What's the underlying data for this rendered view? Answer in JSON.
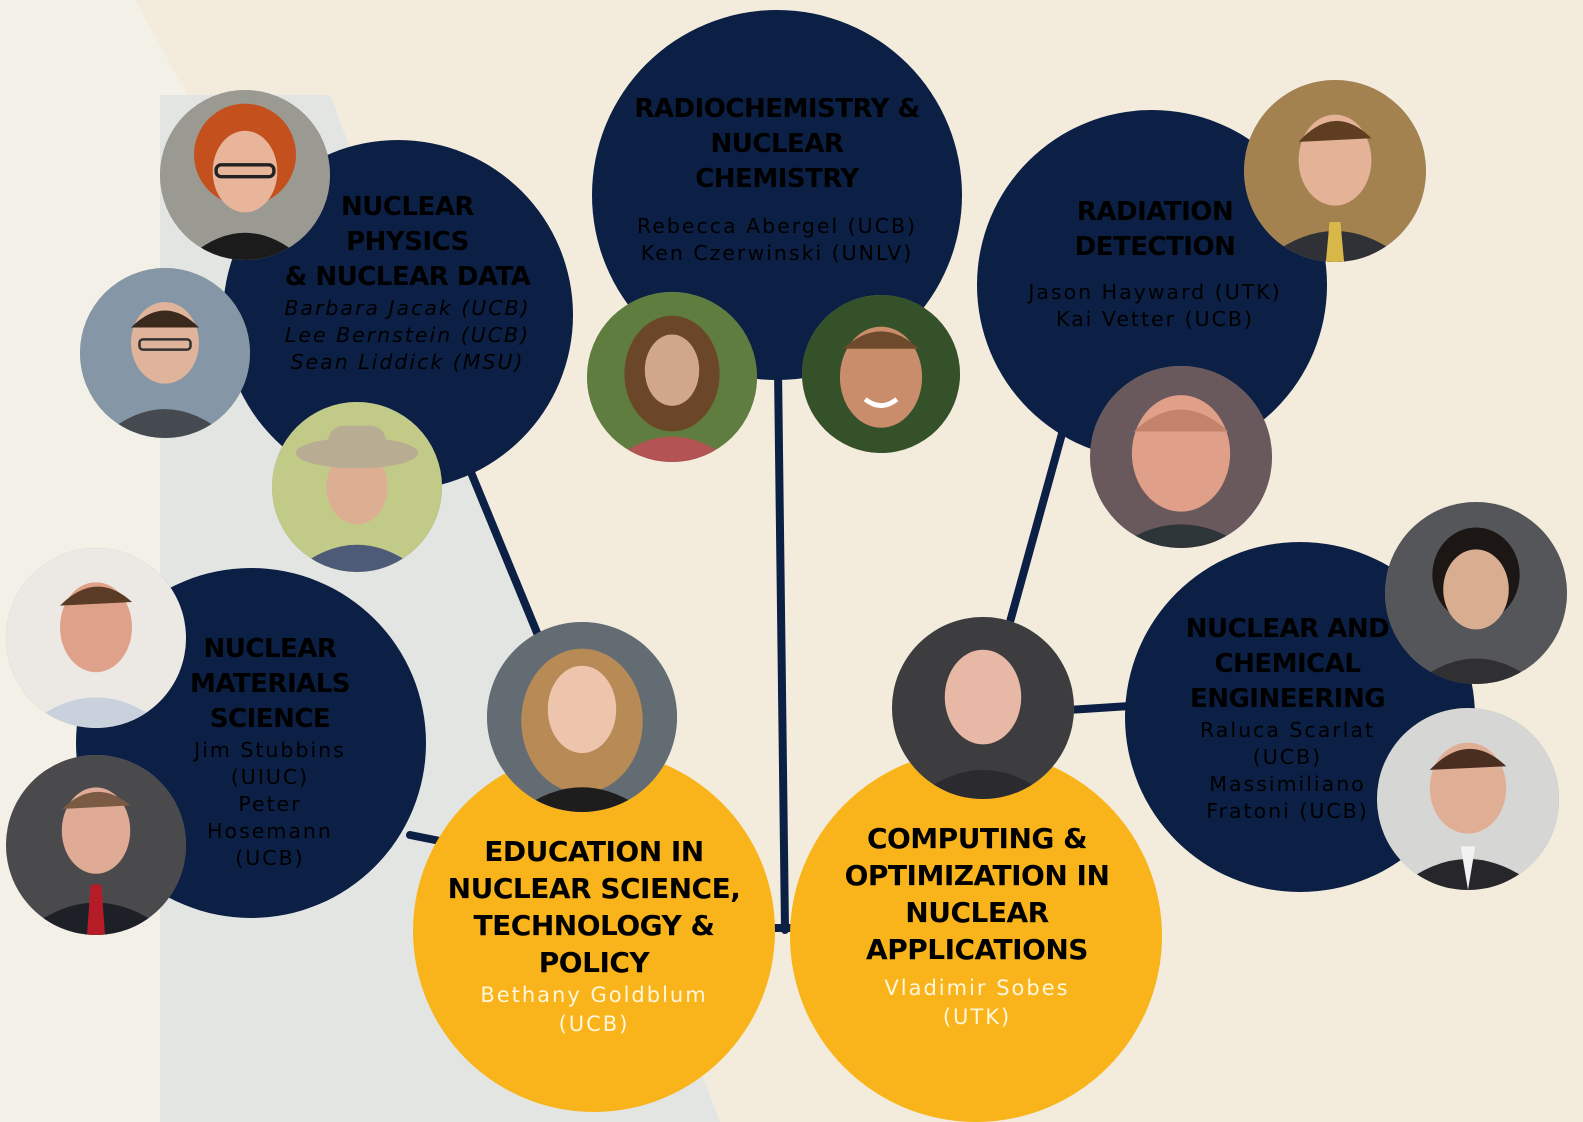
{
  "colors": {
    "navy": "#0c1f44",
    "gold": "#f8b41a",
    "background": "#f3ecdd"
  },
  "groups": {
    "nuclear_physics": {
      "title": [
        "NUCLEAR",
        "PHYSICS",
        "& NUCLEAR DATA"
      ],
      "leads": [
        "Barbara Jacak (UCB)",
        "Lee Bernstein (UCB)",
        "Sean Liddick (MSU)"
      ]
    },
    "radiochemistry": {
      "title": [
        "RADIOCHEMISTRY &",
        "NUCLEAR",
        "CHEMISTRY"
      ],
      "leads": [
        "Rebecca Abergel (UCB)",
        "Ken Czerwinski (UNLV)"
      ]
    },
    "radiation_detection": {
      "title": [
        "RADIATION",
        "DETECTION"
      ],
      "leads": [
        "Jason Hayward (UTK)",
        "Kai Vetter (UCB)"
      ]
    },
    "materials_science": {
      "title": [
        "NUCLEAR",
        "MATERIALS",
        "SCIENCE"
      ],
      "leads": [
        "Jim Stubbins",
        "(UIUC)",
        "Peter",
        "Hosemann",
        "(UCB)"
      ]
    },
    "education": {
      "title": [
        "EDUCATION IN",
        "NUCLEAR SCIENCE,",
        "TECHNOLOGY &",
        "POLICY"
      ],
      "leads": [
        "Bethany Goldblum",
        "(UCB)"
      ]
    },
    "computing": {
      "title": [
        "COMPUTING &",
        "OPTIMIZATION IN",
        "NUCLEAR",
        "APPLICATIONS"
      ],
      "leads": [
        "Vladimir Sobes",
        "(UTK)"
      ]
    },
    "chemical_engineering": {
      "title": [
        "NUCLEAR AND",
        "CHEMICAL",
        "ENGINEERING"
      ],
      "leads": [
        "Raluca Scarlat",
        "(UCB)",
        "Massimiliano",
        "Fratoni (UCB)"
      ]
    }
  }
}
